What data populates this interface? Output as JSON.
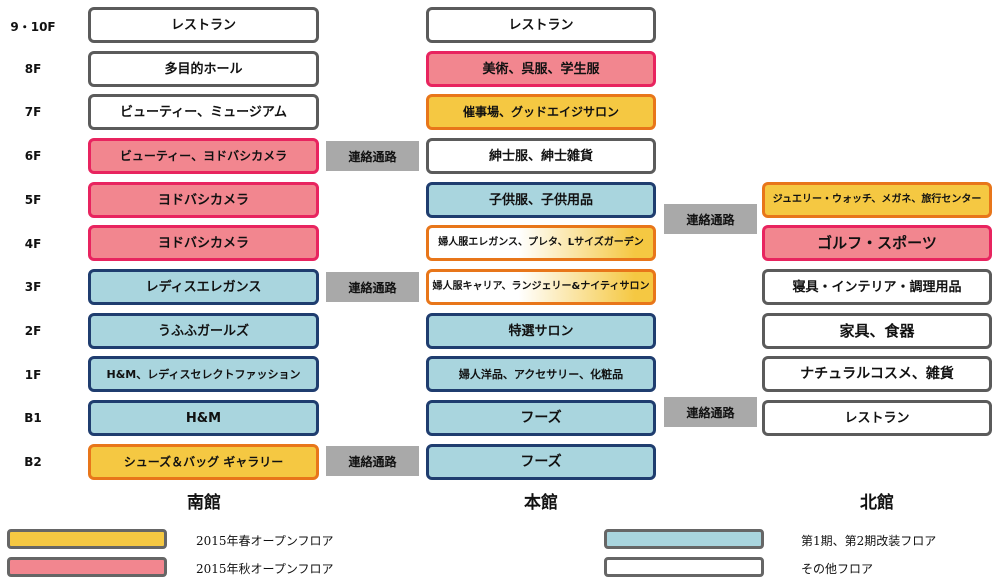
{
  "floors": [
    "9・10F",
    "8F",
    "7F",
    "6F",
    "5F",
    "4F",
    "3F",
    "2F",
    "1F",
    "B1",
    "B2"
  ],
  "buildings": {
    "south": "南館",
    "main": "本館",
    "north": "北館"
  },
  "south": [
    "レストラン",
    "多目的ホール",
    "ビューティー、ミュージアム",
    "ビューティー、ヨドバシカメラ",
    "ヨドバシカメラ",
    "ヨドバシカメラ",
    "レディスエレガンス",
    "うふふガールズ",
    "H&M、レディスセレクトファッション",
    "H&M",
    "シューズ＆バッグ ギャラリー"
  ],
  "main": [
    "レストラン",
    "美術、呉服、学生服",
    "催事場、グッドエイジサロン",
    "紳士服、紳士雑貨",
    "子供服、子供用品",
    "婦人服エレガンス、プレタ、Lサイズガーデン",
    "婦人服キャリア、ランジェリー&ナイティサロン",
    "特選サロン",
    "婦人洋品、アクセサリー、化粧品",
    "フーズ",
    "フーズ"
  ],
  "north": [
    "ジュエリー・ウォッチ、メガネ、旅行センター",
    "ゴルフ・スポーツ",
    "寝具・インテリア・調理用品",
    "家具、食器",
    "ナチュラルコスメ、雑貨",
    "レストラン"
  ],
  "links": [
    "連絡通路",
    "連絡通路",
    "連絡通路",
    "連絡通路",
    "連絡通路"
  ],
  "legend": [
    {
      "label": "2015年春オープンフロア"
    },
    {
      "label": "2015年秋オープンフロア"
    },
    {
      "label": "第1期、第2期改装フロア"
    },
    {
      "label": "その他フロア"
    }
  ],
  "colors": {
    "spring_fill": "#f5c842",
    "spring_border": "#e8761a",
    "autumn_fill": "#f2868f",
    "autumn_border": "#e8245f",
    "renovated_fill": "#a9d5de",
    "renovated_border": "#1f3d6f",
    "other_fill": "#ffffff",
    "other_border": "#5b5b5b",
    "link_fill": "#a9a9a9"
  }
}
